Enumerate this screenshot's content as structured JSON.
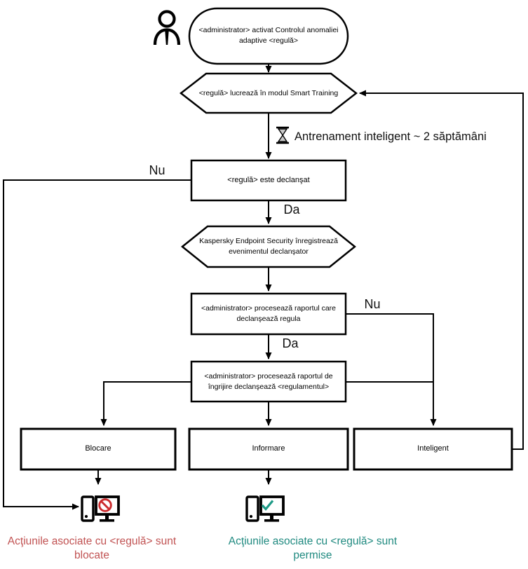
{
  "nodes": {
    "start": "<administrator> activat Controlul anomaliei\nadaptive <regulă>",
    "training_mode": "<regulă> lucrează în modul Smart Training",
    "training_duration": "Antrenament inteligent ~ 2 săptămâni",
    "rule_triggered": "<regulă> este declanşat",
    "kes_registers": "Kaspersky Endpoint Security înregistrează\nevenimentul declanşator",
    "admin_report": "<administrator> procesează raportul care\ndeclanşează regula",
    "admin_action": "<administrator> procesează raportul de\nîngrijire declanşează <regulamentul>",
    "block": "Blocare",
    "inform": "Informare",
    "smart": "Inteligent"
  },
  "edge_labels": {
    "nu_1": "Nu",
    "da_1": "Da",
    "nu_2": "Nu",
    "da_2": "Da"
  },
  "captions": {
    "blocked": "Acţiunile asociate cu <regulă> sunt\nblocate",
    "allowed": "Acţiunile asociate cu <regulă> sunt\npermise"
  },
  "icons": {
    "person": "person-icon",
    "hourglass": "hourglass-icon",
    "blocked_pc": "computer-blocked-icon",
    "allowed_pc": "computer-allowed-icon"
  },
  "colors": {
    "line": "#000000",
    "blocked_text": "#c15353",
    "allowed_text": "#208a80",
    "prohibited_sign": "#cc2b2e",
    "check_sign": "#1d9a86"
  }
}
